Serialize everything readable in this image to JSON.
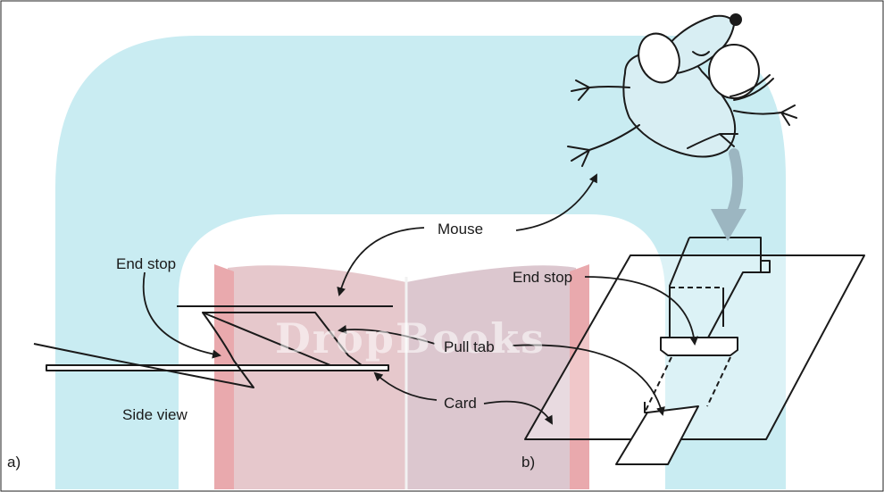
{
  "labels": {
    "mouse": "Mouse",
    "end_stop_a": "End stop",
    "end_stop_b": "End stop",
    "pull_tab": "Pull tab",
    "card": "Card",
    "side_view": "Side view",
    "panel_a": "a)",
    "panel_b": "b)"
  },
  "watermark": {
    "text": "DropBooks"
  },
  "colors": {
    "line": "#1a1a1a",
    "mouse_fill": "#d8eef3",
    "watermark_cyan": "#c9ecf2",
    "watermark_book": "#e8b7b7",
    "flow_arrow": "#9cb6c1"
  }
}
